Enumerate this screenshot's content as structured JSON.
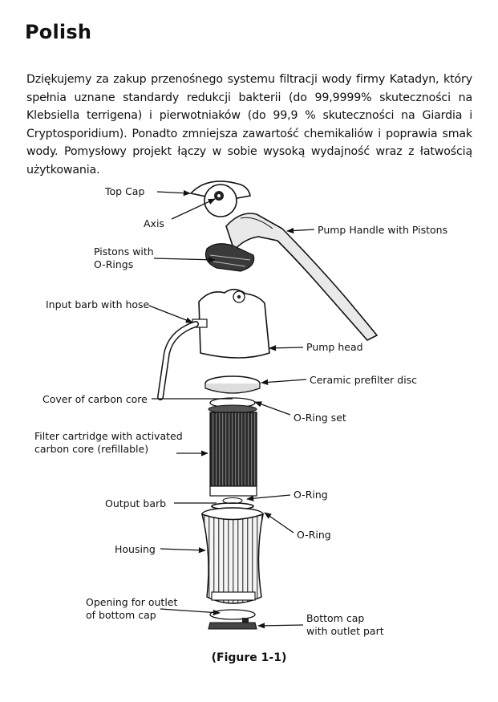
{
  "title": "Polish",
  "intro_text": "Dziękujemy za zakup przenośnego systemu filtracji wody firmy Katadyn, który spełnia uznane standardy redukcji bakterii (do 99,9999% skuteczności na Klebsiella terrigena) i pierwotniaków (do 99,9 % skuteczności na Giardia i Cryptosporidium). Ponadto zmniejsza zawartość chemikaliów i poprawia smak wody. Pomysłowy projekt łączy w sobie wysoką wydajność wraz z łatwością użytkowania.",
  "figure": {
    "labels": {
      "top_cap": "Top Cap",
      "axis": "Axis",
      "pump_handle": "Pump Handle with Pistons",
      "pistons_line1": "Pistons with",
      "pistons_line2": "O-Rings",
      "input_barb": "Input barb with hose",
      "pump_head": "Pump head",
      "ceramic_prefilter": "Ceramic prefilter disc",
      "cover_carbon": "Cover of carbon core",
      "oring_set": "O-Ring set",
      "filter_line1": "Filter cartridge with activated",
      "filter_line2": "carbon core (refillable)",
      "output_barb": "Output barb",
      "oring_1": "O-Ring",
      "oring_2": "O-Ring",
      "housing": "Housing",
      "opening_line1": "Opening for outlet",
      "opening_line2": "of bottom cap",
      "bottom_cap_line1": "Bottom cap",
      "bottom_cap_line2": "with outlet part"
    },
    "caption": "(Figure 1-1)"
  }
}
